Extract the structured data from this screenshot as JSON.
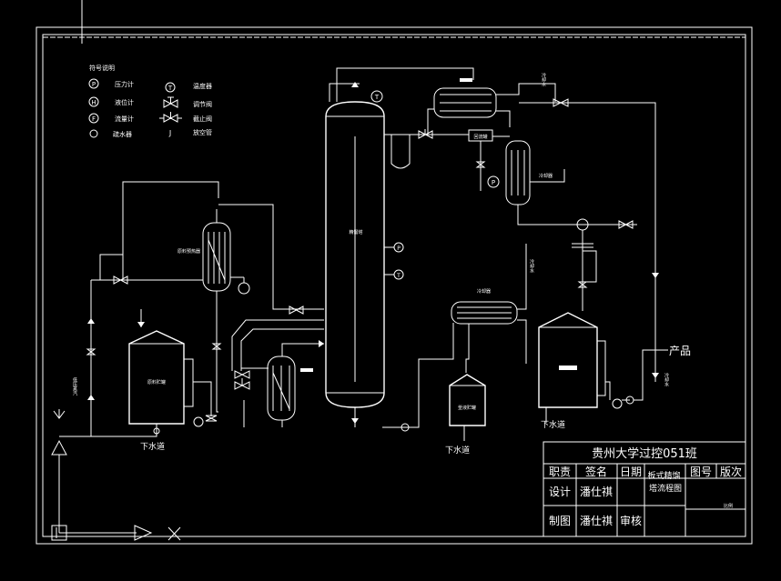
{
  "legend": {
    "title": "符号说明",
    "items": [
      {
        "symbol": "P",
        "label": "压力计"
      },
      {
        "symbol": "H",
        "label": "液位计"
      },
      {
        "symbol": "F",
        "label": "流量计"
      },
      {
        "symbol": "",
        "label": "疏水器"
      },
      {
        "symbol": "T",
        "label": "温度器"
      },
      {
        "symbol": "",
        "label": "调节阀"
      },
      {
        "symbol": "",
        "label": "截止阀"
      },
      {
        "symbol": "J",
        "label": "放空管"
      }
    ]
  },
  "labels": {
    "column": "精馏塔",
    "preheater": "原料预热器",
    "feed_tank": "原料贮罐",
    "reboiler_cooler": "冷却器",
    "condenser_cooler": "冷却器",
    "reflux": "回流罐",
    "residue_tank": "釜液贮罐",
    "product": "产品",
    "drain1": "下水道",
    "drain2": "下水道",
    "drain3": "下水道",
    "cooling_water1": "冷却水",
    "cooling_water2": "冷却水",
    "cooling_water3": "冷却水",
    "steam": "低压蒸汽",
    "instr_T1": "T",
    "instr_T2": "T",
    "instr_P1": "P",
    "instr_P2": "P"
  },
  "titleblock": {
    "school": "贵州大学过控051班",
    "col_role": "职责",
    "col_sign": "签名",
    "col_date": "日期",
    "drawing_title": "板式精馏塔流程图",
    "col_drawing_no": "图号",
    "col_version": "版次",
    "row_design": "设计",
    "row_draw": "制图",
    "name1": "潘仕祺",
    "name2": "潘仕祺",
    "review": "审核",
    "scale": "比例"
  }
}
